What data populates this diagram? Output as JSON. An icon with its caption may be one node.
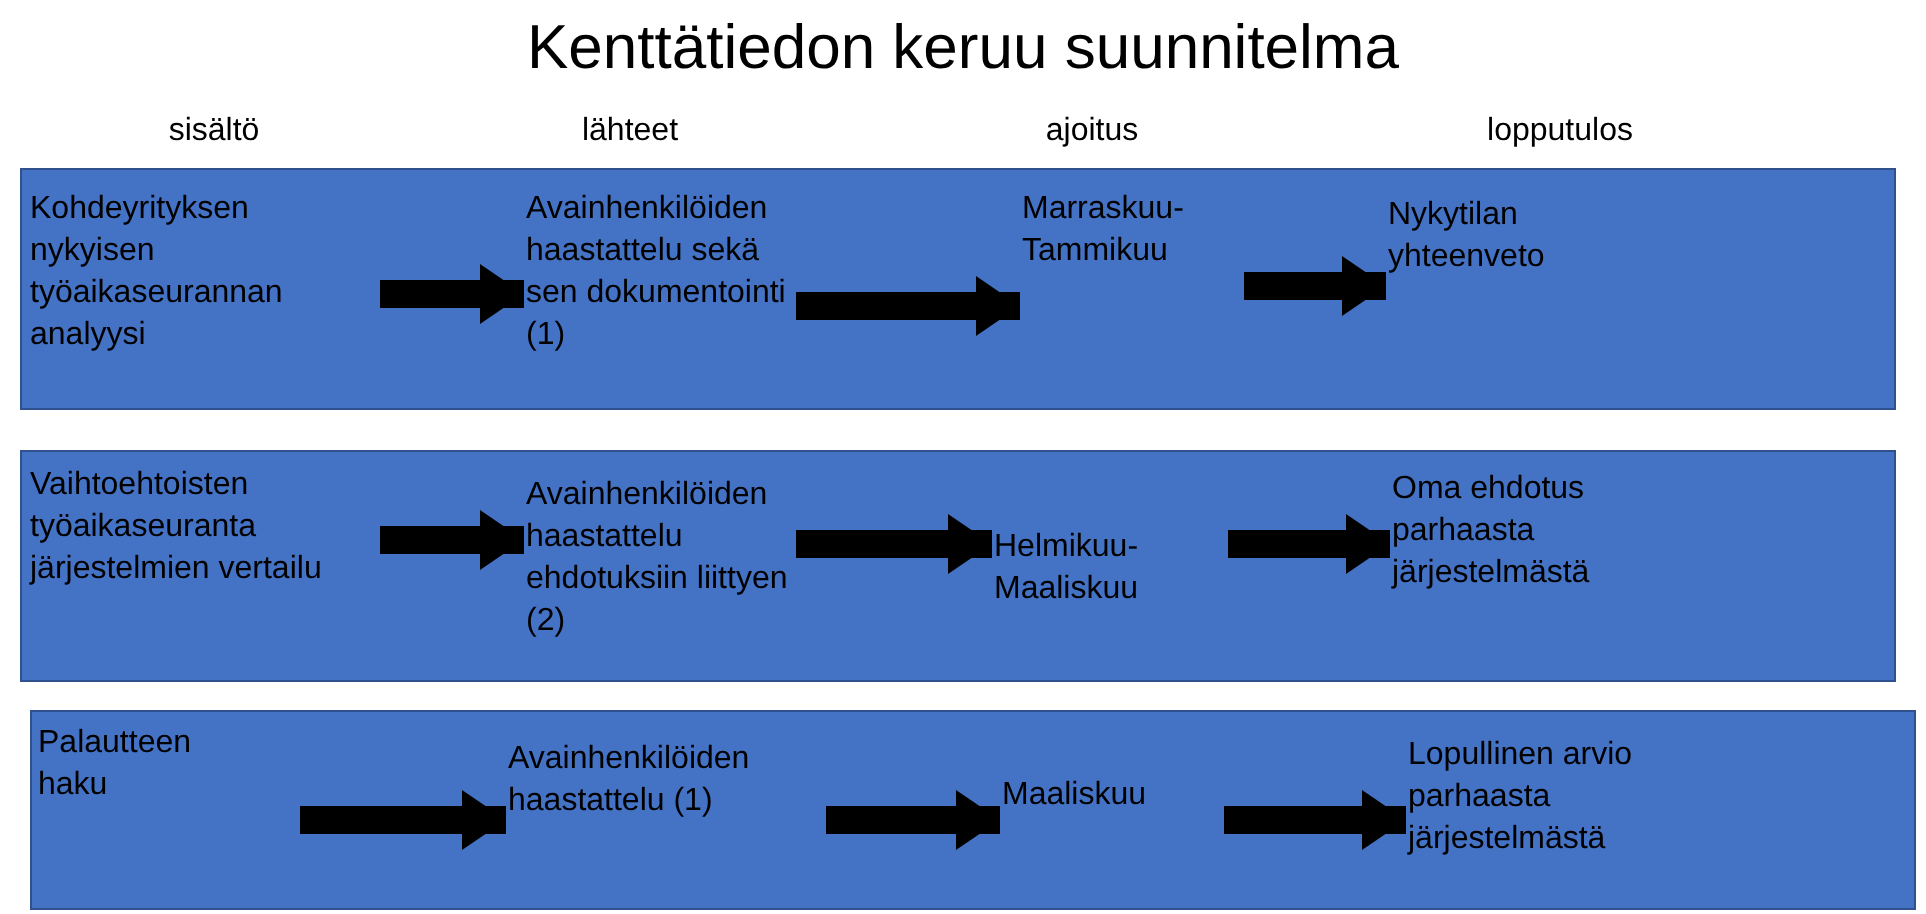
{
  "diagram": {
    "title": "Kenttätiedon keruu suunnitelma",
    "nodes": [
      {
        "text": [],
        "shape": "bar"
      },
      {
        "text": [
          "Kohdeyrityksen nykyisen työaikaseurannan analyysi"
        ],
        "in": 0
      },
      {
        "text": [
          "Avainhenkilöiden haastattelu sekä sen dokumentointi (1)"
        ],
        "in": 0
      },
      {
        "text": [
          "Marraskuu-Tammikuu"
        ],
        "in": 0
      },
      {
        "text": [
          "Nykytilan yhteenveto"
        ],
        "in": 0
      },
      {
        "text": [],
        "shape": "bar"
      },
      {
        "text": [
          "Vaihtoehtoisten työaikaseuranta järjestelmien vertailu"
        ],
        "in": 5
      },
      {
        "text": [
          "Avainhenkilöiden haastattelu ehdotuksiin liittyen (2)"
        ],
        "in": 5
      },
      {
        "text": [
          "Helmikuu-Maaliskuu"
        ],
        "in": 5
      },
      {
        "text": [
          "Oma ehdotus parhaasta järjestelmästä"
        ],
        "in": 5
      },
      {
        "text": [],
        "shape": "bar"
      },
      {
        "text": [
          "Palautteen haku"
        ],
        "in": 10
      },
      {
        "text": [
          "Avainhenkilöiden haastattelu (1)"
        ],
        "in": 10
      },
      {
        "text": [
          "Maaliskuu"
        ],
        "in": 10
      },
      {
        "text": [
          "Lopullinen arvio parhaasta järjestelmästä"
        ],
        "in": 10
      }
    ],
    "edges": [
      {
        "from": 1,
        "to": 2,
        "arrow": "to"
      },
      {
        "from": 2,
        "to": 3,
        "arrow": "to"
      },
      {
        "from": 3,
        "to": 4,
        "arrow": "to"
      },
      {
        "from": 6,
        "to": 7,
        "arrow": "to"
      },
      {
        "from": 7,
        "to": 8,
        "arrow": "to"
      },
      {
        "from": 8,
        "to": 9,
        "arrow": "to"
      },
      {
        "from": 11,
        "to": 12,
        "arrow": "to"
      },
      {
        "from": 12,
        "to": 13,
        "arrow": "to"
      },
      {
        "from": 13,
        "to": 14,
        "arrow": "to"
      }
    ],
    "labels": [
      "sisältö",
      "lähteet",
      "ajoitus",
      "lopputulos"
    ]
  }
}
